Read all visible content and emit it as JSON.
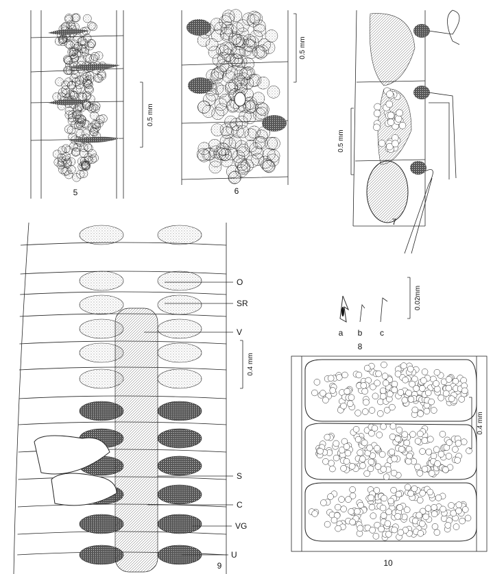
{
  "figures": {
    "fig5": {
      "number": "5",
      "scale": "0.5 mm"
    },
    "fig6": {
      "number": "6",
      "scale": "0.5 mm"
    },
    "fig7": {
      "number": "7",
      "scale": "0.5 mm"
    },
    "fig8": {
      "number": "8",
      "scale": "0.02mm",
      "parts": [
        "a",
        "b",
        "c"
      ]
    },
    "fig9": {
      "number": "9",
      "scale": "0.4 mm",
      "labels": [
        "O",
        "SR",
        "V",
        "S",
        "C",
        "VG",
        "U"
      ]
    },
    "fig10": {
      "number": "10",
      "scale": "0.4 mm"
    }
  },
  "colors": {
    "ink": "#222222",
    "paper": "#ffffff"
  }
}
